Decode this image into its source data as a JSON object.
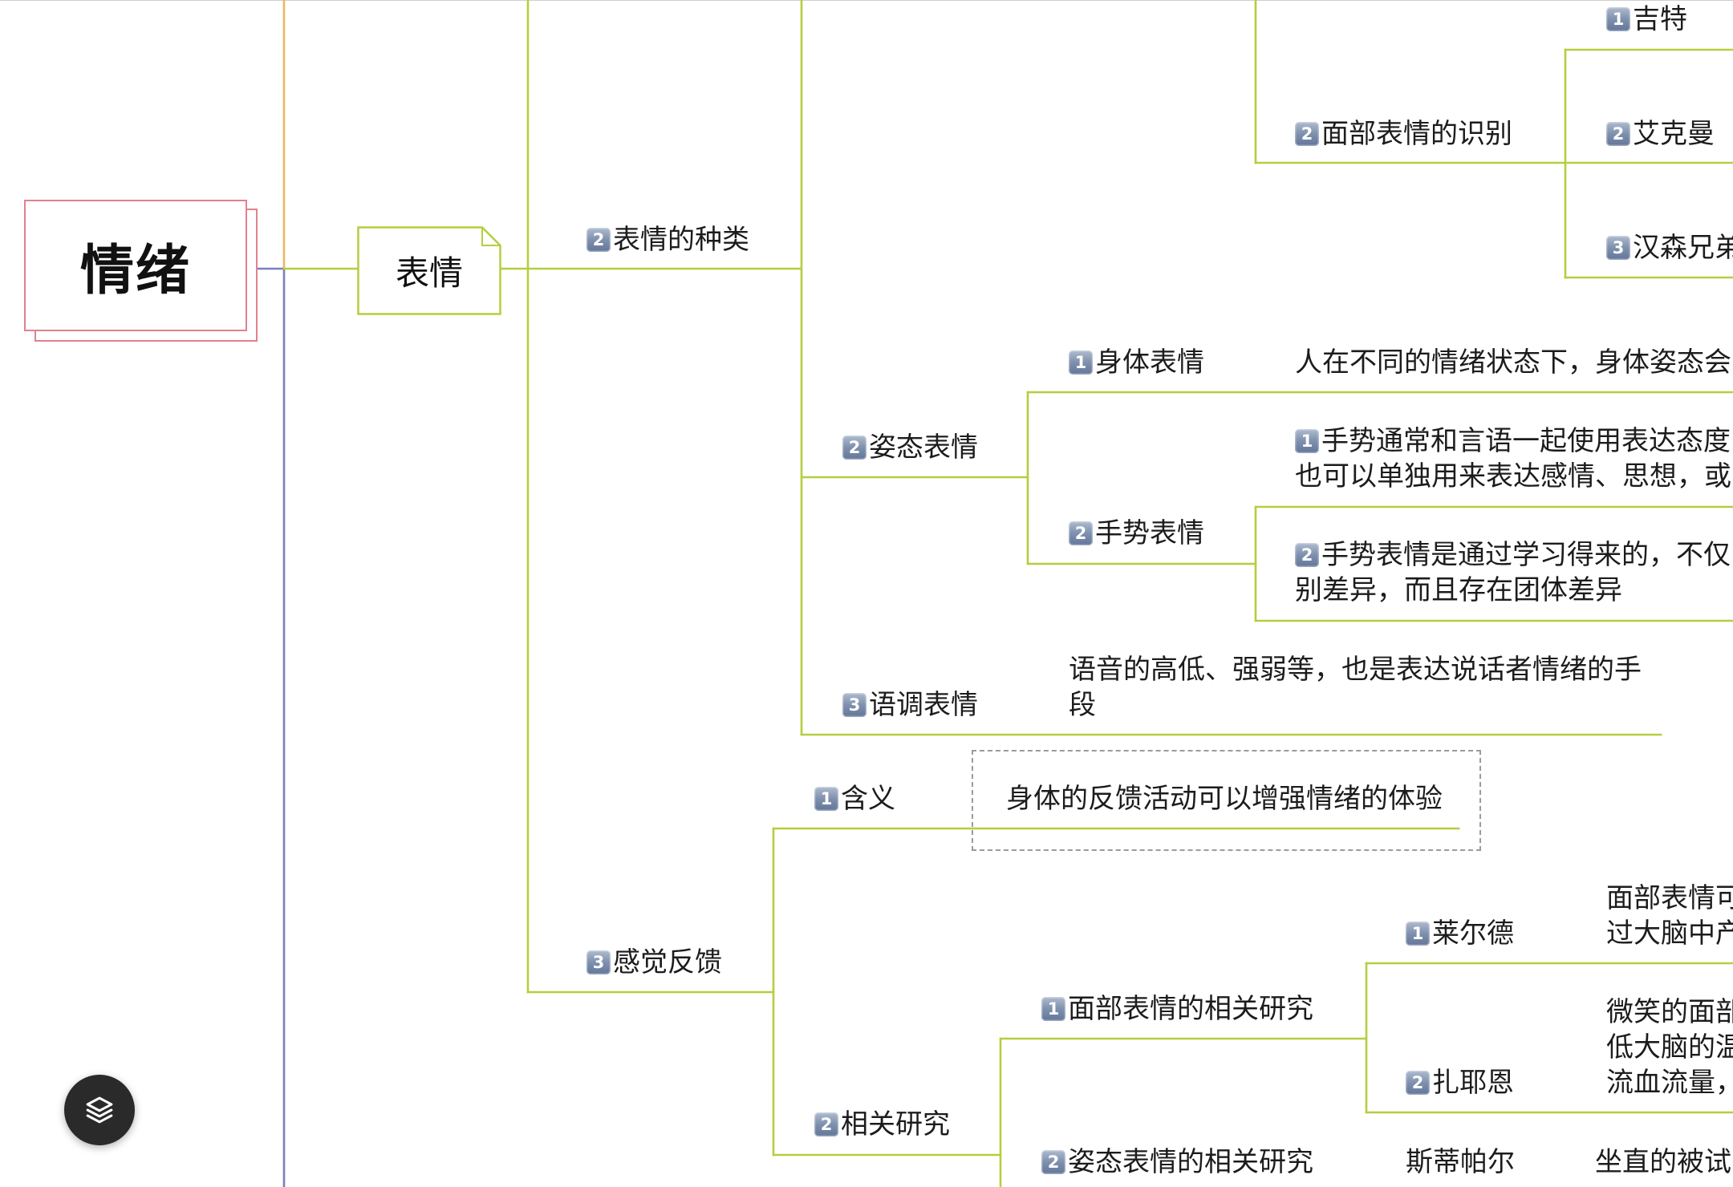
{
  "central_topic": {
    "label": "情绪"
  },
  "main_topic": {
    "label": "表情",
    "marker_icon": "note-fold-icon"
  },
  "kinds": {
    "badge": "2",
    "label": "表情的种类"
  },
  "face_recognition": {
    "badge": "2",
    "label": "面部表情的识别",
    "children": [
      {
        "badge": "1",
        "label": "吉特"
      },
      {
        "badge": "2",
        "label": "艾克曼"
      },
      {
        "badge": "3",
        "label": "汉森兄弟"
      }
    ]
  },
  "posture": {
    "badge": "2",
    "label": "姿态表情",
    "body": {
      "badge": "1",
      "label": "身体表情",
      "note": "人在不同的情绪状态下，身体姿态会"
    },
    "gesture": {
      "badge": "2",
      "label": "手势表情",
      "notes": [
        {
          "badge": "1",
          "lines": [
            "手势通常和言语一起使用表达态度",
            "也可以单独用来表达感情、思想，或"
          ]
        },
        {
          "badge": "2",
          "lines": [
            "手势表情是通过学习得来的，不仅",
            "别差异，而且存在团体差异"
          ]
        }
      ]
    }
  },
  "tone": {
    "badge": "3",
    "label": "语调表情",
    "note_lines": [
      "语音的高低、强弱等，也是表达说话者情绪的手",
      "段"
    ]
  },
  "feedback": {
    "badge": "3",
    "label": "感觉反馈",
    "meaning": {
      "badge": "1",
      "label": "含义",
      "note": "身体的反馈活动可以增强情绪的体验"
    },
    "research": {
      "badge": "2",
      "label": "相关研究",
      "facial": {
        "badge": "1",
        "label": "面部表情的相关研究",
        "laird": {
          "badge": "1",
          "label": "莱尔德",
          "note_lines": [
            "面部表情可",
            "过大脑中产"
          ]
        },
        "zajonc": {
          "badge": "2",
          "label": "扎耶恩",
          "note_lines": [
            "微笑的面部",
            "低大脑的温",
            "流血流量，"
          ]
        }
      },
      "postural": {
        "badge": "2",
        "label": "姿态表情的相关研究",
        "child": "斯蒂帕尔",
        "note": "坐直的被试"
      }
    }
  },
  "floating_button": {
    "icon": "layers-icon"
  },
  "colors": {
    "central_border": "#e2818c",
    "branch_line": "#b3cf3f",
    "upper_branch_line": "#f0b65c",
    "lower_branch_line": "#7b7fbd",
    "boundary_dashed": "#9b9b9b",
    "floating_button_bg": "#2a2a2a"
  }
}
